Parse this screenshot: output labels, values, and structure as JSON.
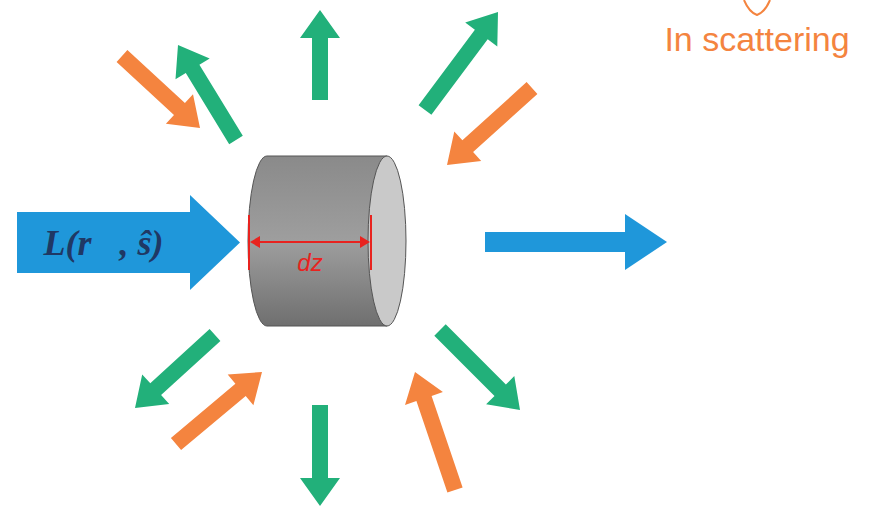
{
  "diagram": {
    "nodes": [
      {
        "text": [
          "L(r⃗, ŝ)"
        ]
      },
      {
        "text": [
          "dz"
        ]
      }
    ],
    "labels": [
      "In scattering"
    ]
  }
}
